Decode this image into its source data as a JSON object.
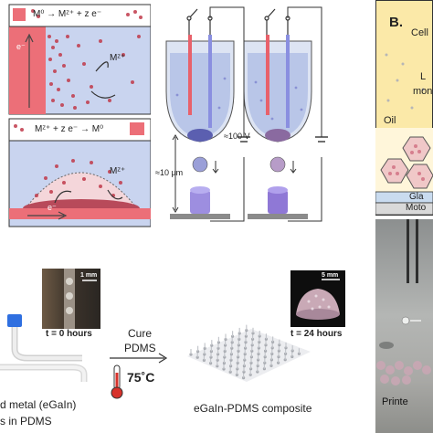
{
  "panel_top_left": {
    "eq1": "M⁰ → Mᶻ⁺ + z e⁻",
    "eq2": "Mᶻ⁺ + z e⁻ → M⁰",
    "label_mz_top": "Mᶻ⁺",
    "label_mz_bottom": "Mᶻ⁺",
    "label_e_top": "e⁻",
    "label_e_bottom": "e⁻"
  },
  "panel_top_middle": {
    "voltage": "≈100 V",
    "gap": "≈10 μm"
  },
  "panel_b": {
    "letter": "B.",
    "label_cell": "Cell",
    "label_l": "L",
    "label_mon": "mon",
    "label_oil": "Oil",
    "label_gla": "Gla",
    "label_moto": "Moto",
    "label_print": "Printe"
  },
  "panel_bottom": {
    "scale1": "1 mm",
    "time1": "t = 0 hours",
    "cure_line1": "Cure",
    "cure_line2": "PDMS",
    "temperature": "75˚C",
    "scale2": "5 mm",
    "time2": "t = 24 hours",
    "left_caption1": "d metal (eGaIn)",
    "left_caption2": "s in PDMS",
    "composite_caption": "eGaIn-PDMS composite"
  },
  "colors": {
    "metal_red": "#e8616b",
    "liquid_blue": "#c9d4ef",
    "electrode_blue": "#8a8fe0",
    "pillar_purple": "#9d8ee0",
    "panel_b_yellow": "#fbe9a8"
  }
}
